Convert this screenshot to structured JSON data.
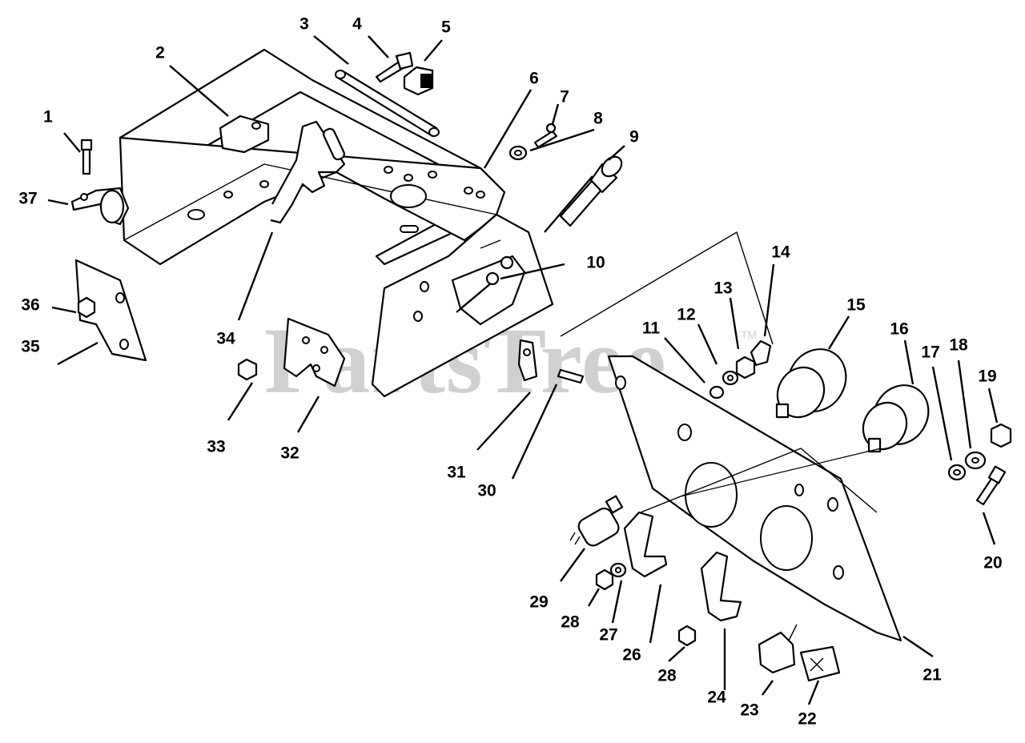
{
  "watermark": "PartsTree",
  "trademark": "TM",
  "callouts": {
    "c1": "1",
    "c2": "2",
    "c3": "3",
    "c4": "4",
    "c5": "5",
    "c6": "6",
    "c7": "7",
    "c8": "8",
    "c9": "9",
    "c10": "10",
    "c11": "11",
    "c12": "12",
    "c13": "13",
    "c14": "14",
    "c15": "15",
    "c16": "16",
    "c17": "17",
    "c18": "18",
    "c19": "19",
    "c20": "20",
    "c21": "21",
    "c22": "22",
    "c23": "23",
    "c24": "24",
    "c26": "26",
    "c27": "27",
    "c28a": "28",
    "c28b": "28",
    "c29": "29",
    "c30": "30",
    "c31": "31",
    "c32": "32",
    "c33": "33",
    "c34": "34",
    "c35": "35",
    "c36": "36",
    "c37": "37"
  }
}
